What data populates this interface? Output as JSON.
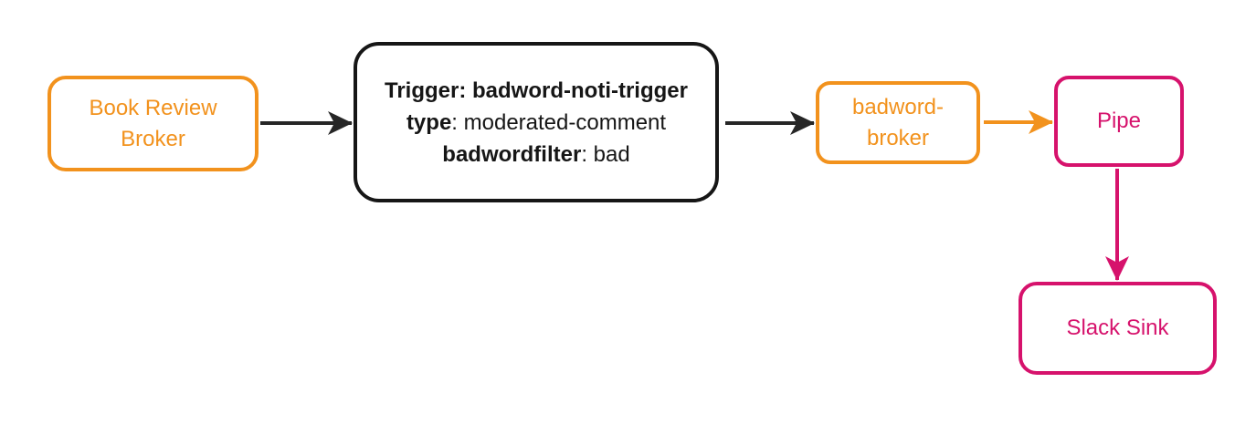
{
  "colors": {
    "background": "#ffffff",
    "orange": "#f2921d",
    "pink": "#d6126c",
    "node_black": "#161616",
    "arrow_black": "#262626"
  },
  "nodes": {
    "book_review_broker": {
      "line1": "Book Review",
      "line2": "Broker"
    },
    "trigger": {
      "line1": "Trigger: badword-noti-trigger",
      "line2_key": "type",
      "line2_value": ": moderated-comment",
      "line3_key": "badwordfilter",
      "line3_value": ": bad"
    },
    "badword_broker": {
      "line1": "badword-",
      "line2": "broker"
    },
    "pipe": {
      "label": "Pipe"
    },
    "slack_sink": {
      "label": "Slack Sink"
    }
  },
  "edges": [
    {
      "from": "Book Review Broker",
      "to": "Trigger: badword-noti-trigger",
      "color": "#262626"
    },
    {
      "from": "Trigger: badword-noti-trigger",
      "to": "badword-broker",
      "color": "#262626"
    },
    {
      "from": "badword-broker",
      "to": "Pipe",
      "color": "#f2921d"
    },
    {
      "from": "Pipe",
      "to": "Slack Sink",
      "color": "#d6126c"
    }
  ]
}
